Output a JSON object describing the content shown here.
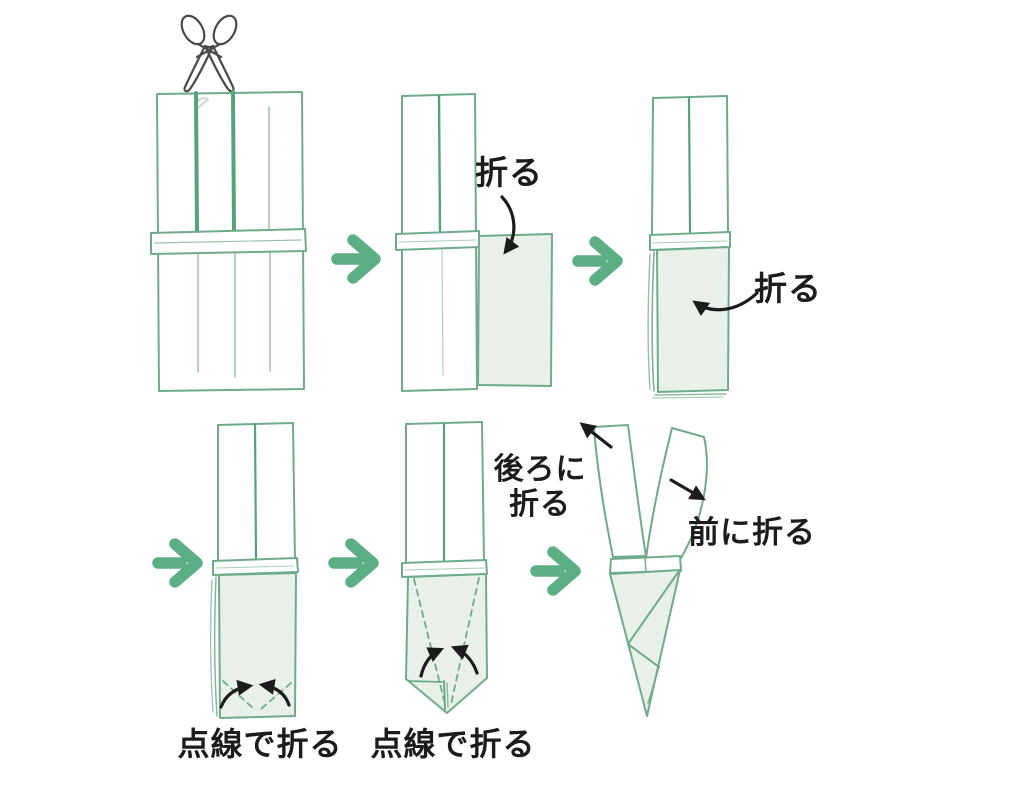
{
  "labels": {
    "fold_step2": "折る",
    "fold_step3": "折る",
    "fold_back_line1": "後ろに",
    "fold_back_line2": "折る",
    "fold_front": "前に折る",
    "fold_dotted_step4": "点線で折る",
    "fold_dotted_step5": "点線で折る"
  },
  "icons": {
    "scissors-icon": "✂",
    "step-arrow-icon": "→",
    "fold-direction-arrow-icon": "↶"
  },
  "colors": {
    "outline-green": "#6fab8a",
    "handle-green": "#55a27b",
    "arrow-green": "#5cae84",
    "shade-green": "#e8f0e8",
    "ink-black": "#1c1c1c",
    "scissors-gray": "#4a4a4a",
    "background": "#ffffff"
  }
}
